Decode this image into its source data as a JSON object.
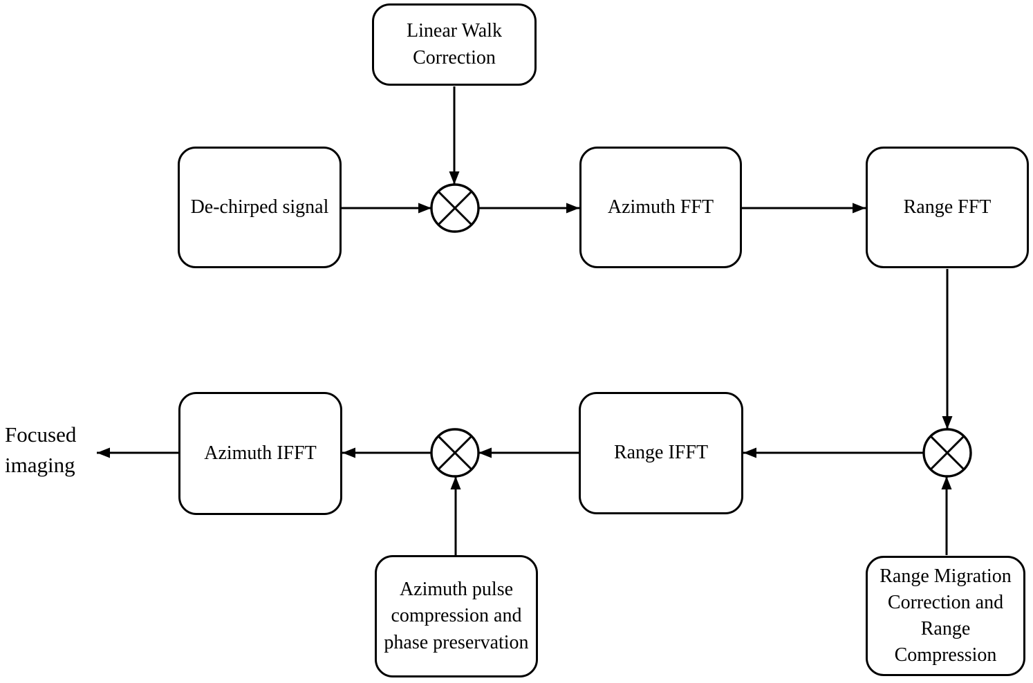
{
  "diagram": {
    "background_color": "#ffffff",
    "line_color": "#000000",
    "box_fill_color": "#ffffff",
    "nodes": {
      "linear_walk_correction": {
        "lines": [
          "Linear Walk",
          "Correction"
        ]
      },
      "de_chirped_signal": {
        "lines": [
          "De-chirped signal"
        ]
      },
      "azimuth_fft": {
        "lines": [
          "Azimuth FFT"
        ]
      },
      "range_fft": {
        "lines": [
          "Range FFT"
        ]
      },
      "azimuth_ifft": {
        "lines": [
          "Azimuth IFFT"
        ]
      },
      "range_ifft": {
        "lines": [
          "Range IFFT"
        ]
      },
      "azimuth_pulse_compression": {
        "lines": [
          "Azimuth pulse",
          "compression and",
          "phase preservation"
        ]
      },
      "range_migration_correction": {
        "lines": [
          "Range Migration",
          "Correction and",
          "Range",
          "Compression"
        ]
      }
    },
    "output_text": {
      "lines": [
        "Focused",
        "imaging"
      ]
    },
    "junctions": [
      {
        "id": "multiplier-top",
        "symbol": "circled-times"
      },
      {
        "id": "multiplier-right",
        "symbol": "circled-times"
      },
      {
        "id": "multiplier-bottom-left",
        "symbol": "circled-times"
      }
    ],
    "edges": [
      {
        "from": "linear_walk_correction",
        "to": "multiplier-top"
      },
      {
        "from": "de_chirped_signal",
        "to": "multiplier-top"
      },
      {
        "from": "multiplier-top",
        "to": "azimuth_fft"
      },
      {
        "from": "azimuth_fft",
        "to": "range_fft"
      },
      {
        "from": "range_fft",
        "to": "multiplier-right"
      },
      {
        "from": "range_migration_correction",
        "to": "multiplier-right"
      },
      {
        "from": "multiplier-right",
        "to": "range_ifft"
      },
      {
        "from": "range_ifft",
        "to": "multiplier-bottom-left"
      },
      {
        "from": "azimuth_pulse_compression",
        "to": "multiplier-bottom-left"
      },
      {
        "from": "multiplier-bottom-left",
        "to": "azimuth_ifft"
      },
      {
        "from": "azimuth_ifft",
        "to": "focused_imaging_output"
      }
    ]
  }
}
